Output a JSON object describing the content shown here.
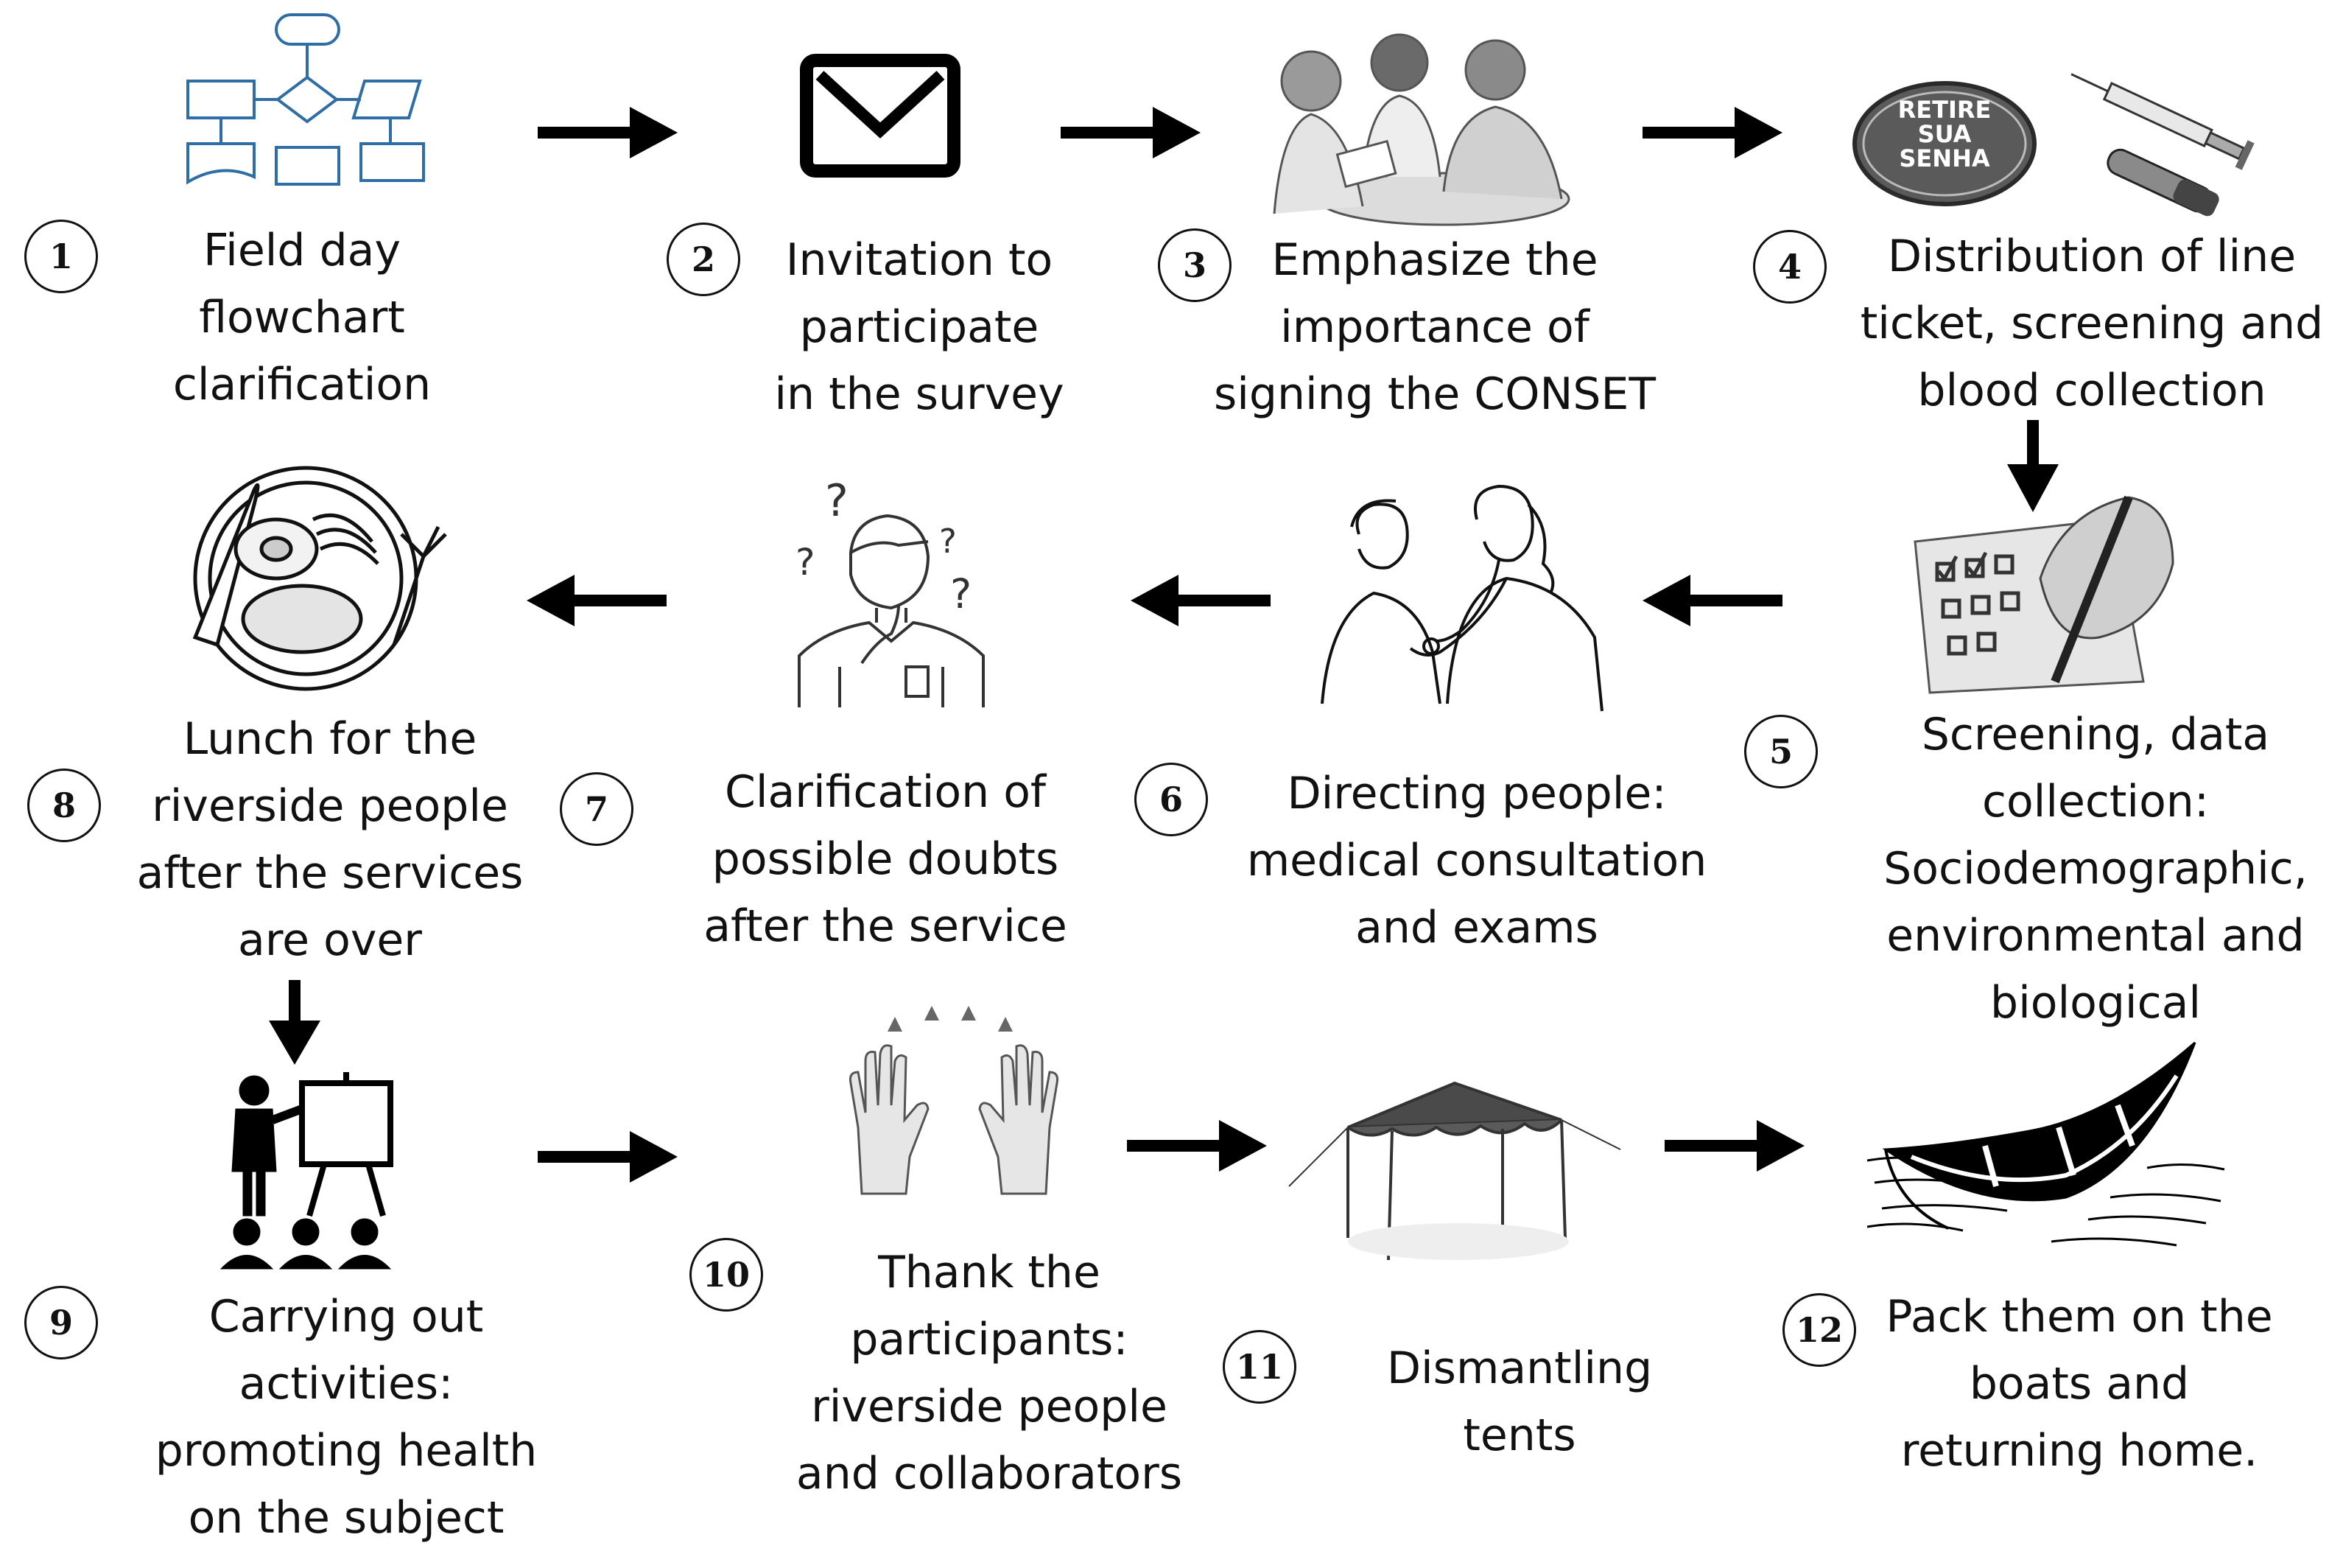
{
  "steps": [
    {
      "number": "1",
      "lines": [
        "Field day",
        "flowchart",
        "clarification"
      ]
    },
    {
      "number": "2",
      "lines": [
        "Invitation to",
        "participate",
        "in the survey"
      ]
    },
    {
      "number": "3",
      "lines": [
        "Emphasize the",
        "importance of",
        "signing the CONSET"
      ]
    },
    {
      "number": "4",
      "lines": [
        "Distribution of line",
        "ticket, screening and",
        "blood collection"
      ]
    },
    {
      "number": "5",
      "lines": [
        "Screening, data",
        "collection:",
        "Sociodemographic,",
        "environmental and",
        "biological"
      ]
    },
    {
      "number": "6",
      "lines": [
        "Directing people:",
        "medical consultation",
        "and exams"
      ]
    },
    {
      "number": "7",
      "lines": [
        "Clarification of",
        "possible doubts",
        "after the service"
      ]
    },
    {
      "number": "8",
      "lines": [
        "Lunch for the",
        "riverside people",
        "after the services",
        "are over"
      ]
    },
    {
      "number": "9",
      "lines": [
        "Carrying out",
        "activities:",
        "promoting health",
        "on the subject"
      ]
    },
    {
      "number": "10",
      "lines": [
        "Thank the",
        "participants:",
        "riverside people",
        "and collaborators"
      ]
    },
    {
      "number": "11",
      "lines": [
        "Dismantling",
        "tents"
      ]
    },
    {
      "number": "12",
      "lines": [
        "Pack them on the",
        "boats and",
        "returning home."
      ]
    }
  ],
  "ticket_sign": {
    "lines": [
      "RETIRE",
      "SUA",
      "SENHA"
    ]
  },
  "icons": {
    "step1": "flowchart-icon",
    "step2": "envelope-icon",
    "step3": "meeting-people-icon",
    "step4": "ticket-sign-and-syringe-icon",
    "step5": "checklist-hand-icon",
    "step6": "doctor-stethoscope-icon",
    "step7": "confused-person-icon",
    "step8": "meal-plate-icon",
    "step9": "presentation-audience-icon",
    "step10": "raised-hands-icon",
    "step11": "tent-icon",
    "step12": "canoe-icon"
  },
  "colors": {
    "flowchart_blue": "#2f6ea5",
    "arrow": "#000000",
    "ticket_grey": "#5a5a5a"
  }
}
